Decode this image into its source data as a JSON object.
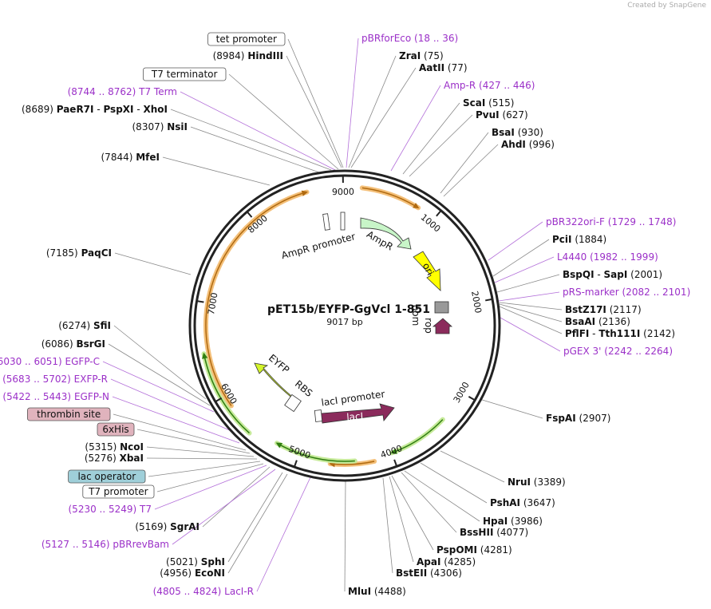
{
  "credit": "Created by SnapGene",
  "title": "pET15b/EYFP-GgVcl 1-851",
  "size_label": "9017 bp",
  "total_bp": 9017,
  "ticks": [
    {
      "bp": 1000,
      "label": "1000"
    },
    {
      "bp": 2000,
      "label": "2000"
    },
    {
      "bp": 3000,
      "label": "3000"
    },
    {
      "bp": 4000,
      "label": "4000"
    },
    {
      "bp": 5000,
      "label": "5000"
    },
    {
      "bp": 6000,
      "label": "6000"
    },
    {
      "bp": 7000,
      "label": "7000"
    },
    {
      "bp": 8000,
      "label": "8000"
    },
    {
      "bp": 9000,
      "label": "9000"
    }
  ],
  "features": [
    {
      "name": "AmpR promoter",
      "label": "AmpR promoter",
      "color": "#ffffff",
      "kind": "small"
    },
    {
      "name": "AmpR",
      "label": "AmpR",
      "color": "#c8f5c8",
      "kind": "arrow"
    },
    {
      "name": "ori",
      "label": "ori",
      "color": "#ffff00",
      "kind": "arrow"
    },
    {
      "name": "rop",
      "label": "rop",
      "color": "#8b2b5c",
      "kind": "arrow"
    },
    {
      "name": "bom",
      "label": "bom",
      "color": "#999999",
      "kind": "box"
    },
    {
      "name": "lacI",
      "label": "lacI",
      "color": "#8b2b5c",
      "kind": "arrow"
    },
    {
      "name": "lacI promoter",
      "label": "lacI promoter",
      "color": "#ffffff",
      "kind": "small"
    },
    {
      "name": "EYFP",
      "label": "EYFP",
      "color": "#d4f52a",
      "kind": "arrow"
    },
    {
      "name": "RBS",
      "label": "RBS",
      "color": "#ffffff",
      "kind": "small"
    }
  ],
  "sites": [
    {
      "label": "tet promoter",
      "type": "boxed"
    },
    {
      "label": "pBRforEco",
      "pos": "(18 .. 36)",
      "type": "primer"
    },
    {
      "label": "ZraI",
      "pos": "(75)",
      "type": "enzyme"
    },
    {
      "label": "AatII",
      "pos": "(77)",
      "type": "enzyme"
    },
    {
      "label": "Amp-R",
      "pos": "(427 .. 446)",
      "type": "primer"
    },
    {
      "label": "ScaI",
      "pos": "(515)",
      "type": "enzyme"
    },
    {
      "label": "PvuI",
      "pos": "(627)",
      "type": "enzyme"
    },
    {
      "label": "BsaI",
      "pos": "(930)",
      "type": "enzyme"
    },
    {
      "label": "AhdI",
      "pos": "(996)",
      "type": "enzyme"
    },
    {
      "label": "pBR322ori-F",
      "pos": "(1729 .. 1748)",
      "type": "primer"
    },
    {
      "label": "PciI",
      "pos": "(1884)",
      "type": "enzyme"
    },
    {
      "label": "L4440",
      "pos": "(1982 .. 1999)",
      "type": "primer"
    },
    {
      "label": "BspQI",
      "label2": "SapI",
      "pos": "(2001)",
      "type": "enzyme"
    },
    {
      "label": "pRS-marker",
      "pos": "(2082 .. 2101)",
      "type": "primer"
    },
    {
      "label": "BstZ17I",
      "pos": "(2117)",
      "type": "enzyme"
    },
    {
      "label": "BsaAI",
      "pos": "(2136)",
      "type": "enzyme"
    },
    {
      "label": "PflFI",
      "label2": "Tth111I",
      "pos": "(2142)",
      "type": "enzyme"
    },
    {
      "label": "pGEX 3'",
      "pos": "(2242 .. 2264)",
      "type": "primer"
    },
    {
      "label": "FspAI",
      "pos": "(2907)",
      "type": "enzyme"
    },
    {
      "label": "NruI",
      "pos": "(3389)",
      "type": "enzyme"
    },
    {
      "label": "PshAI",
      "pos": "(3647)",
      "type": "enzyme"
    },
    {
      "label": "HpaI",
      "pos": "(3986)",
      "type": "enzyme"
    },
    {
      "label": "BssHII",
      "pos": "(4077)",
      "type": "enzyme"
    },
    {
      "label": "PspOMI",
      "pos": "(4281)",
      "type": "enzyme"
    },
    {
      "label": "ApaI",
      "pos": "(4285)",
      "type": "enzyme"
    },
    {
      "label": "BstEII",
      "pos": "(4306)",
      "type": "enzyme"
    },
    {
      "label": "MluI",
      "pos": "(4488)",
      "type": "enzyme"
    },
    {
      "label": "LacI-R",
      "pos": "(4805 .. 4824)",
      "type": "primer"
    },
    {
      "label": "EcoNI",
      "pos": "(4956)",
      "type": "enzyme"
    },
    {
      "label": "SphI",
      "pos": "(5021)",
      "type": "enzyme"
    },
    {
      "label": "pBRrevBam",
      "pos": "(5127 .. 5146)",
      "type": "primer"
    },
    {
      "label": "SgrAI",
      "pos": "(5169)",
      "type": "enzyme"
    },
    {
      "label": "T7",
      "pos": "(5230 .. 5249)",
      "type": "primer"
    },
    {
      "label": "T7 promoter",
      "type": "boxed"
    },
    {
      "label": "lac operator",
      "type": "boxed-blue"
    },
    {
      "label": "XbaI",
      "pos": "(5276)",
      "type": "enzyme"
    },
    {
      "label": "NcoI",
      "pos": "(5315)",
      "type": "enzyme"
    },
    {
      "label": "6xHis",
      "type": "boxed-pink"
    },
    {
      "label": "thrombin site",
      "type": "boxed-pink"
    },
    {
      "label": "EGFP-N",
      "pos": "(5422 .. 5443)",
      "type": "primer"
    },
    {
      "label": "EXFP-R",
      "pos": "(5683 .. 5702)",
      "type": "primer"
    },
    {
      "label": "EGFP-C",
      "pos": "(6030 .. 6051)",
      "type": "primer"
    },
    {
      "label": "BsrGI",
      "pos": "(6086)",
      "type": "enzyme"
    },
    {
      "label": "SfiI",
      "pos": "(6274)",
      "type": "enzyme"
    },
    {
      "label": "PaqCI",
      "pos": "(7185)",
      "type": "enzyme"
    },
    {
      "label": "MfeI",
      "pos": "(7844)",
      "type": "enzyme"
    },
    {
      "label": "NsiI",
      "pos": "(8307)",
      "type": "enzyme"
    },
    {
      "label": "PaeR7I",
      "label2": "PspXI",
      "label3": "XhoI",
      "pos": "(8689)",
      "type": "enzyme"
    },
    {
      "label": "T7 Term",
      "pos": "(8744 .. 8762)",
      "type": "primer"
    },
    {
      "label": "T7 terminator",
      "type": "boxed"
    },
    {
      "label": "HindIII",
      "pos": "(8984)",
      "type": "enzyme"
    }
  ]
}
